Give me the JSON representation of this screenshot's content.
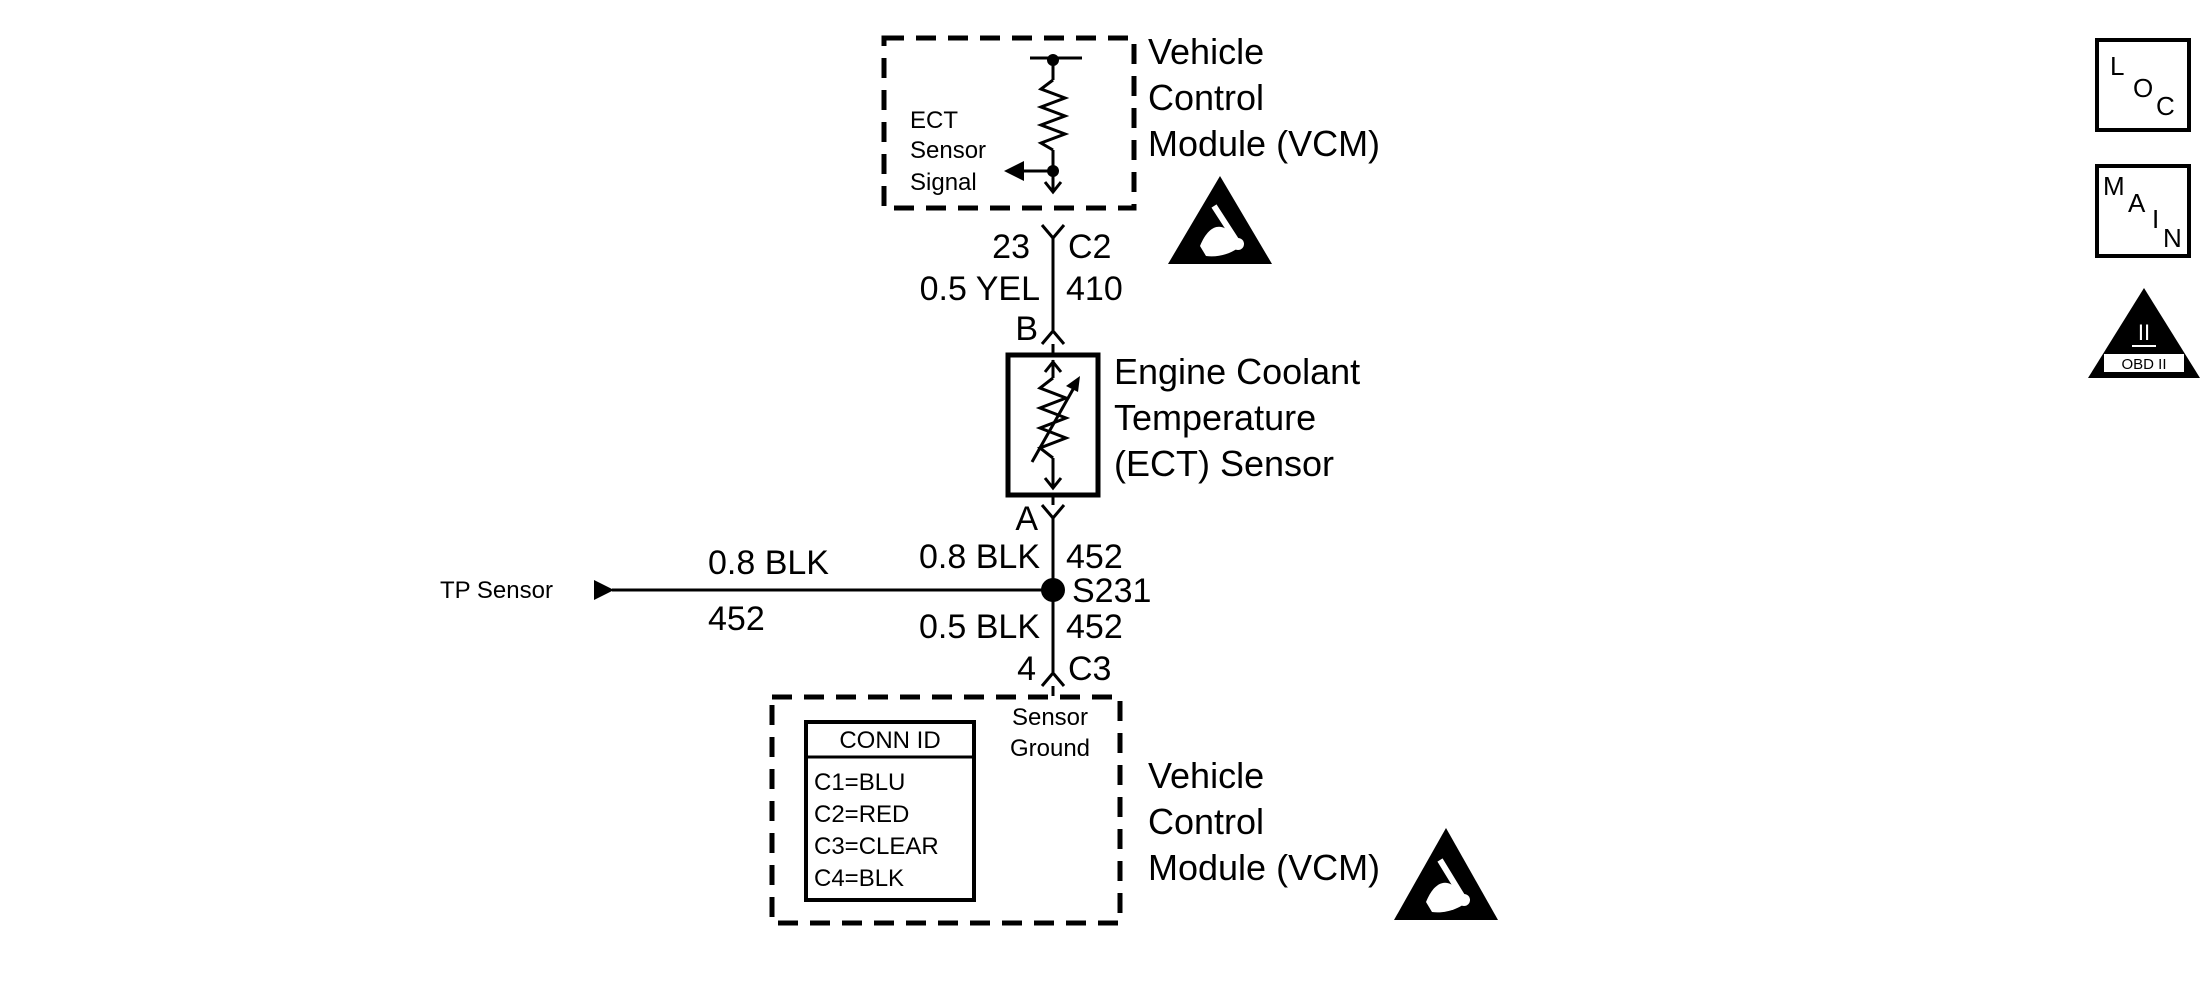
{
  "vcm_top": {
    "label_lines": [
      "Vehicle",
      "Control",
      "Module (VCM)"
    ],
    "signal_lines": [
      "ECT",
      "Sensor",
      "Signal"
    ],
    "connector_pin": "23",
    "connector_id": "C2"
  },
  "wire_top": {
    "size_color": "0.5 YEL",
    "circuit": "410"
  },
  "ect_sensor": {
    "label_lines": [
      "Engine Coolant",
      "Temperature",
      "(ECT) Sensor"
    ],
    "pin_top": "B",
    "pin_bottom": "A"
  },
  "wire_mid": {
    "size_color": "0.8 BLK",
    "circuit": "452"
  },
  "splice": {
    "id": "S231"
  },
  "tp_branch": {
    "destination": "TP Sensor",
    "size_color": "0.8 BLK",
    "circuit": "452"
  },
  "wire_bottom": {
    "size_color": "0.5 BLK",
    "circuit": "452"
  },
  "vcm_bottom": {
    "connector_pin": "4",
    "connector_id": "C3",
    "ground_lines": [
      "Sensor",
      "Ground"
    ],
    "label_lines": [
      "Vehicle",
      "Control",
      "Module (VCM)"
    ],
    "conn_id_title": "CONN ID",
    "conn_ids": [
      "C1=BLU",
      "C2=RED",
      "C3=CLEAR",
      "C4=BLK"
    ]
  },
  "nav": {
    "loc": [
      "L",
      "O",
      "C"
    ],
    "main": [
      "M",
      "A",
      "I",
      "N"
    ],
    "obd": {
      "numeral": "II",
      "label": "OBD II"
    }
  }
}
